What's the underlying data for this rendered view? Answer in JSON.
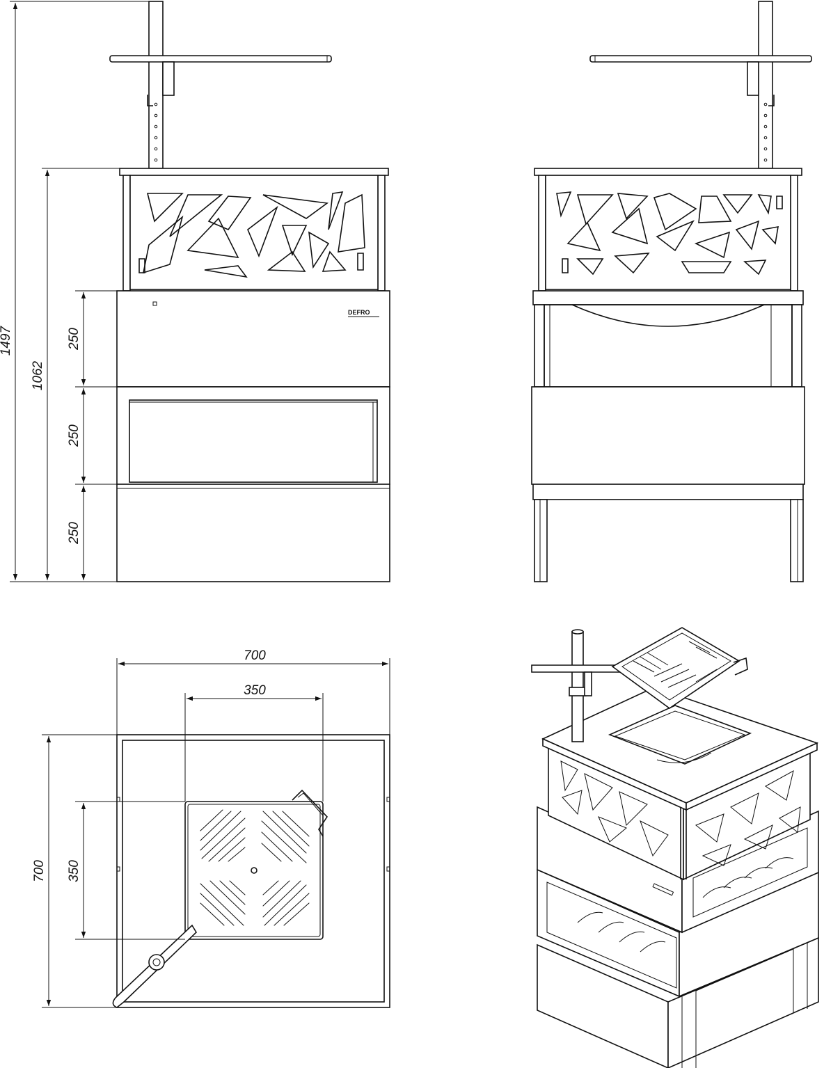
{
  "dimensions": {
    "total_height": "1497",
    "body_height": "1062",
    "module_1": "250",
    "module_2": "250",
    "module_3": "250",
    "top_width": "700",
    "top_grill_width": "350",
    "top_depth": "700",
    "top_grill_depth": "350"
  },
  "logo_text": "DEFRO"
}
